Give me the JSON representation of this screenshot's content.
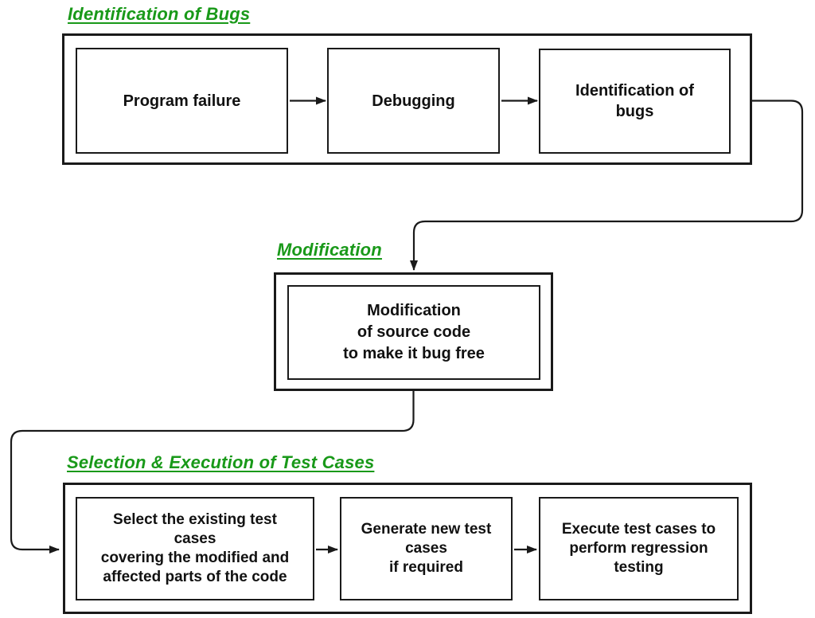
{
  "colors": {
    "heading_green": "#199919",
    "line_black": "#1a1a1a",
    "background": "#ffffff"
  },
  "sections": [
    {
      "heading": "Identification of Bugs",
      "boxes": [
        {
          "label": "Program failure"
        },
        {
          "label": "Debugging"
        },
        {
          "label": "Identification of\nbugs"
        }
      ]
    },
    {
      "heading": "Modification",
      "boxes": [
        {
          "label": "Modification\nof source code\nto make it bug free"
        }
      ]
    },
    {
      "heading": "Selection & Execution of Test Cases",
      "boxes": [
        {
          "label": "Select the existing test\ncases\ncovering the modified and\naffected parts of the code"
        },
        {
          "label": "Generate new test\ncases\nif required"
        },
        {
          "label": "Execute test cases to\nperform regression\ntesting"
        }
      ]
    }
  ]
}
